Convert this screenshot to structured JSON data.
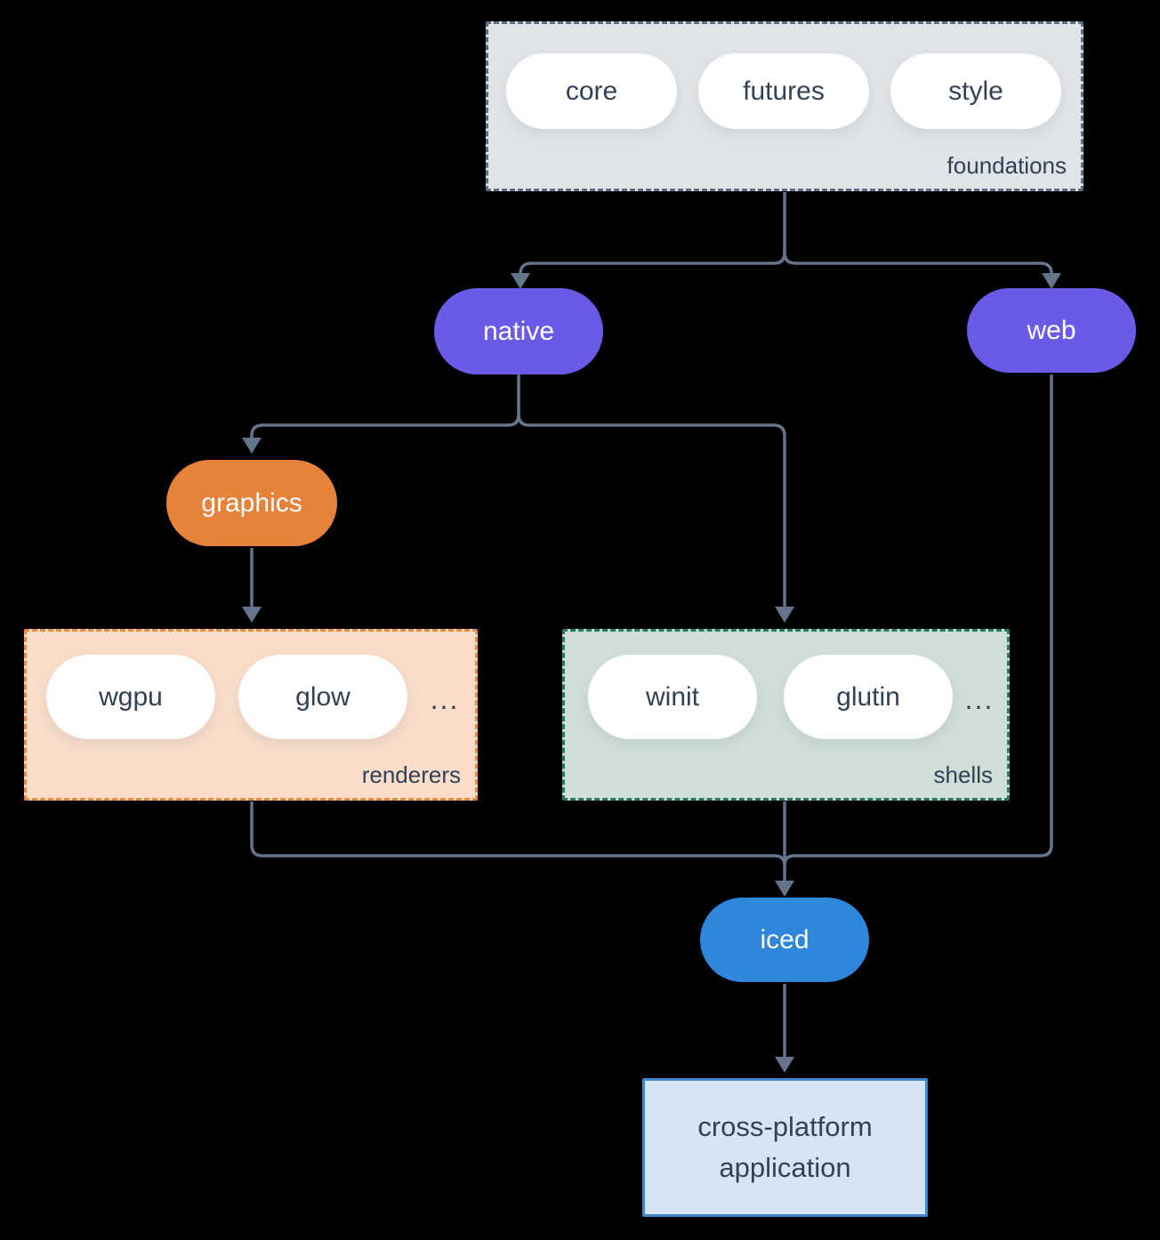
{
  "colors": {
    "background": "#000000",
    "line": "#64748b",
    "node_text": "#334155",
    "pill_white": "#ffffff",
    "purple": "#6a5ae8",
    "orange": "#e6823a",
    "blue": "#2e87db",
    "foundations_fill": "#e0e4e8",
    "foundations_border": "#5d6e82",
    "renderers_fill": "#f9ddca",
    "renderers_border": "#e98a3e",
    "shells_fill": "#cfdfd7",
    "shells_border": "#27795e",
    "app_fill": "#d5e5f6",
    "app_border": "#3e88d0"
  },
  "groups": {
    "foundations": {
      "label": "foundations",
      "items": [
        "core",
        "futures",
        "style"
      ]
    },
    "renderers": {
      "label": "renderers",
      "items": [
        "wgpu",
        "glow"
      ],
      "ellipsis": "..."
    },
    "shells": {
      "label": "shells",
      "items": [
        "winit",
        "glutin"
      ],
      "ellipsis": "..."
    }
  },
  "nodes": {
    "native": "native",
    "web": "web",
    "graphics": "graphics",
    "iced": "iced",
    "app": {
      "line1": "cross-platform",
      "line2": "application"
    }
  },
  "edges": [
    {
      "from": "foundations",
      "to": "native"
    },
    {
      "from": "foundations",
      "to": "web"
    },
    {
      "from": "native",
      "to": "graphics"
    },
    {
      "from": "native",
      "to": "shells"
    },
    {
      "from": "graphics",
      "to": "renderers"
    },
    {
      "from": "renderers",
      "to": "iced"
    },
    {
      "from": "shells",
      "to": "iced"
    },
    {
      "from": "web",
      "to": "iced"
    },
    {
      "from": "iced",
      "to": "cross-platform application"
    }
  ]
}
